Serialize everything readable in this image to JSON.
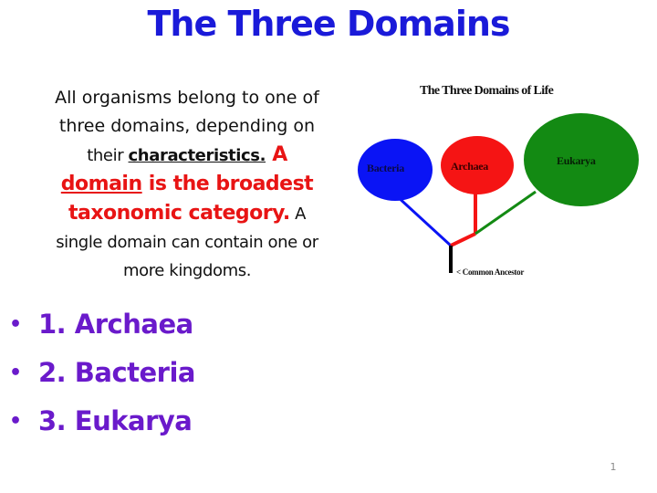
{
  "slide": {
    "title": "The Three Domains",
    "page_number": "1"
  },
  "paragraph": {
    "line1": "All organisms belong to one of",
    "line2": "three domains, depending on",
    "line3_pre": "their ",
    "line3_underlined": "characteristics.",
    "line3_red": " A",
    "line4_red_underlined": "domain",
    "line4_red": " is the broadest",
    "line5_red": "taxonomic category.",
    "line5_tail": " A",
    "line6": "single domain can contain one or",
    "line7": "more kingdoms."
  },
  "bullets": [
    {
      "marker": "•",
      "text": "1. Archaea"
    },
    {
      "marker": "•",
      "text": "2. Bacteria"
    },
    {
      "marker": "•",
      "text": "3. Eukarya"
    }
  ],
  "diagram": {
    "title": "The Three Domains of Life",
    "nodes": [
      {
        "label": "Bacteria",
        "color": "#0a14f5"
      },
      {
        "label": "Archaea",
        "color": "#f51414"
      },
      {
        "label": "Eukarya",
        "color": "#138a13"
      }
    ],
    "ancestor_label": "< Common Ancestor",
    "trunk_color": "#000000"
  },
  "colors": {
    "title": "#1a1ad9",
    "body_text": "#111111",
    "emphasis_red": "#e81414",
    "bullet_purple": "#6a1acb",
    "page_number": "#8a8a8a"
  }
}
